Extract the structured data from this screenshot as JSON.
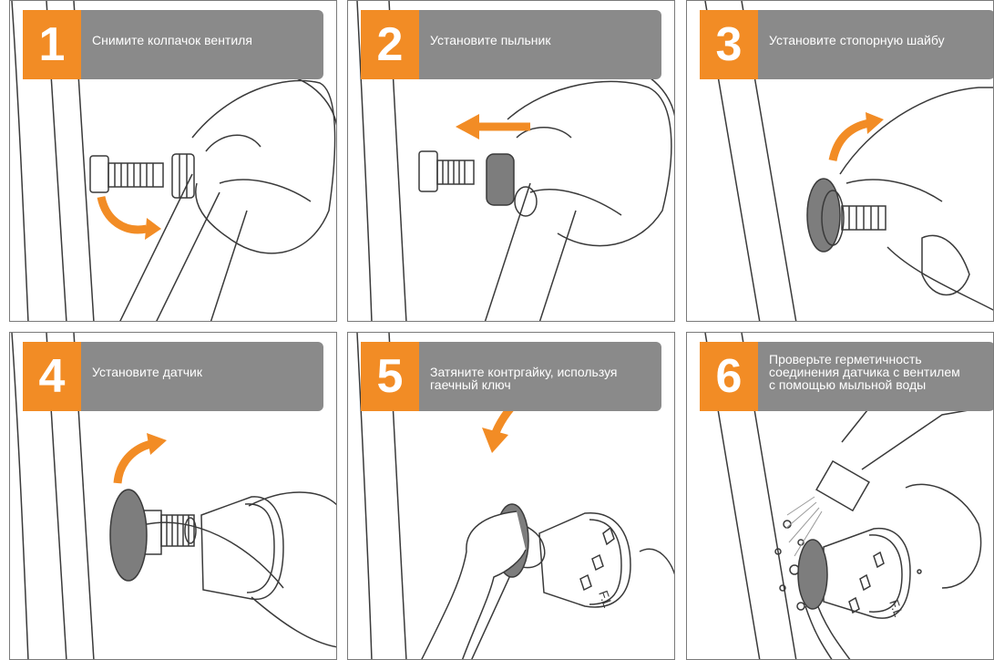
{
  "steps": [
    {
      "number": "1",
      "caption": "Снимите колпачок вентиля"
    },
    {
      "number": "2",
      "caption": "Установите пыльник"
    },
    {
      "number": "3",
      "caption": "Установите стопорную шайбу"
    },
    {
      "number": "4",
      "caption": "Установите датчик"
    },
    {
      "number": "5",
      "caption": "Затяните контргайку, используя\nгаечный ключ"
    },
    {
      "number": "6",
      "caption": "Проверьте герметичность\nсоединения датчика с вентилем\nс помощью мыльной воды"
    }
  ],
  "sensor_marking": "F.L",
  "colors": {
    "accent": "#f28c25",
    "header_bg": "#8a8a8a",
    "line": "#3a3a3a",
    "part_grey": "#7d7d7d"
  }
}
